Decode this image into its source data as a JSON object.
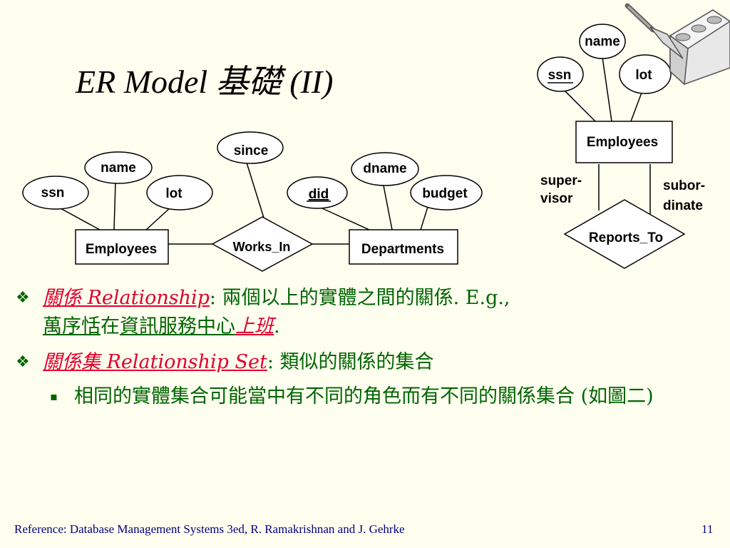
{
  "title": "ER Model 基礎 (II)",
  "diagram1": {
    "entity_employees": "Employees",
    "attr_ssn": "ssn",
    "attr_name": "name",
    "attr_lot": "lot",
    "relationship": "Works_In",
    "attr_since": "since",
    "entity_departments": "Departments",
    "attr_did": "did",
    "attr_dname": "dname",
    "attr_budget": "budget"
  },
  "diagram2": {
    "attr_name": "name",
    "attr_ssn": "ssn",
    "attr_lot": "lot",
    "entity_employees": "Employees",
    "role_supervisor_1": "super-",
    "role_supervisor_2": "visor",
    "role_subordinate_1": "subor-",
    "role_subordinate_2": "dinate",
    "relationship": "Reports_To"
  },
  "bullets": {
    "b1_term": "關係 Relationship",
    "b1_colon": ":",
    "b1_def": "  兩個以上的實體之間的關係.  E.g.,",
    "b1_ex_entity1": "萬序恬",
    "b1_ex_mid": "在",
    "b1_ex_entity2": "資訊服務中心",
    "b1_ex_rel": "上班",
    "b1_ex_end": ".",
    "b2_term": "關係集 Relationship Set",
    "b2_colon": ":",
    "b2_def": "  類似的關係的集合",
    "sub1": "相同的實體集合可能當中有不同的角色而有不同的關係集合 (如圖二)"
  },
  "footer": {
    "reference": "Reference: Database Management Systems 3ed,  R. Ramakrishnan and J. Gehrke",
    "page": "11"
  },
  "colors": {
    "background": "#fffff0",
    "green_text": "#006400",
    "red_term": "#e0002a",
    "footer_text": "#000080"
  }
}
